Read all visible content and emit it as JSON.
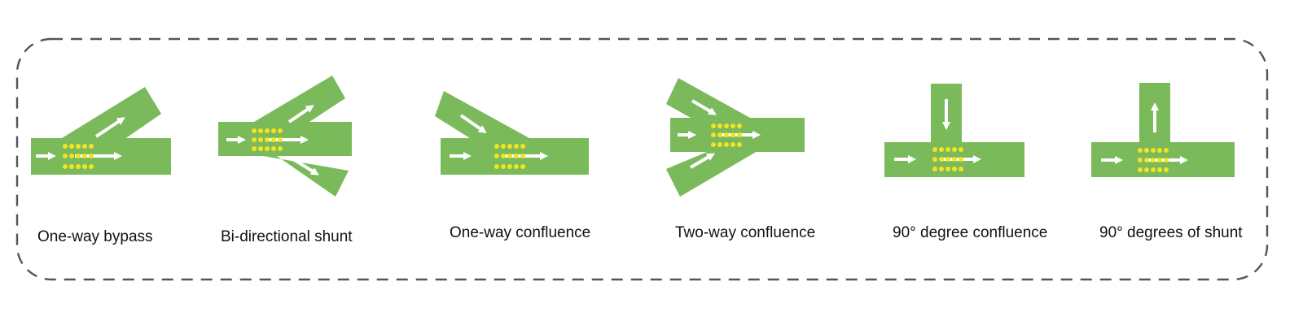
{
  "colors": {
    "track": "#7aba5a",
    "arrow": "#ffffff",
    "dots": "#f3e322",
    "border": "#555555",
    "text": "#111111"
  },
  "labels": {
    "one_way_bypass": "One-way bypass",
    "bi_directional_shunt": "Bi-directional shunt",
    "one_way_confluence": "One-way confluence",
    "two_way_confluence": "Two-way confluence",
    "degree_confluence_90": "90° degree confluence",
    "degrees_of_shunt_90": "90° degrees of shunt"
  }
}
